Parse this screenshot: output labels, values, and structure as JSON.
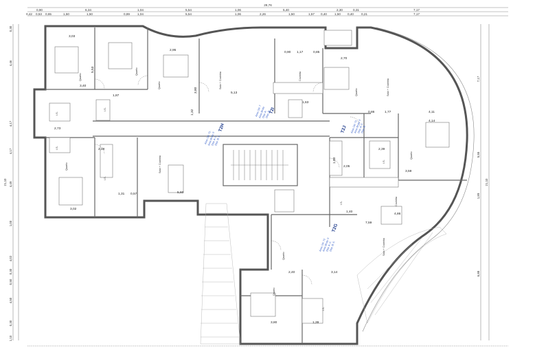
{
  "top_dims": {
    "total": "29,76",
    "row1": [
      "0,90",
      "6,34",
      "1,04",
      "5,54",
      "1,06",
      "5,40",
      "2,30",
      "0,31",
      "7,17"
    ],
    "row2": [
      "0,42",
      "0,53",
      "0,65",
      "1,50",
      "1,50",
      "0,89",
      "1,04",
      "5,54",
      "1,06",
      "2,26",
      "1,50",
      "1,57",
      "0,40",
      "1,50",
      "0,40",
      "0,21",
      "7,17"
    ]
  },
  "left_dims": [
    "0,30",
    "4,46",
    "4,17",
    "21,10",
    "4,17",
    "4,49",
    "1,00",
    "4,02",
    "0,30",
    "0,50",
    "4,50",
    "0,30",
    "1,10"
  ],
  "right_dims": [
    "7,17",
    "5,55",
    "21,10",
    "1,89",
    "6,88"
  ],
  "units": {
    "t2h": {
      "name": "T2H",
      "lines": [
        "Área Útil: 72,",
        "Área Bruta: 9",
        "Dep. A: 0,",
        "Dep. B: 6,"
      ]
    },
    "t2i": {
      "name": "T2I",
      "lines": [
        "Área Útil: 7",
        "Área Bruta:",
        "Dep. A:",
        "Dep. B:"
      ]
    },
    "t2j": {
      "name": "T2J",
      "lines": [
        "Área Útil: 72",
        "Área Bruta: 9",
        "Dep. A: 0,",
        "Dep. B:"
      ]
    },
    "t2g": {
      "name": "T2G",
      "lines": [
        "Área Útil: 72",
        "Área Bruta: 9",
        "Dep. A: 0,",
        "Dep. B: 6,"
      ]
    }
  },
  "room_dims": [
    "3,03",
    "5,53",
    "3,40",
    "2,95",
    "3,80",
    "1,87",
    "0,90",
    "1,17",
    "0,85",
    "2,70",
    "5,13",
    "1,32",
    "1,63",
    "0,86",
    "1,77",
    "4,11",
    "4,14",
    "2,73",
    "2,48",
    "2,39",
    "1,80",
    "2,05",
    "3,59",
    "1,31",
    "0,57",
    "5,60",
    "3,02",
    "1,40",
    "7,59",
    "4,86",
    "2,40",
    "3,14",
    "3,80",
    "1,39"
  ],
  "room_labels": [
    "Quarto",
    "Quarto",
    "Quarto",
    "Sala + Cozinha",
    "Cozinha",
    "Quarto",
    "Sala + Cozinha",
    "I.S.",
    "I.S.",
    "I.S.",
    "Quarto",
    "Quarto",
    "Sala + Cozinha",
    "I.S.",
    "I.S.",
    "Sala + Cozinha",
    "Cozinha",
    "Quarto",
    "Quarto",
    "I.S.",
    "I.S."
  ]
}
